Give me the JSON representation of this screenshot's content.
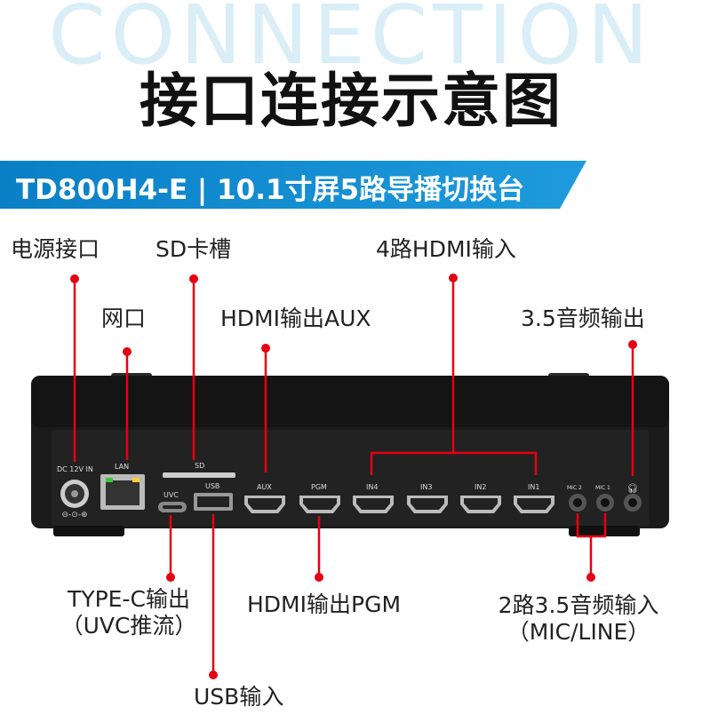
{
  "header": {
    "bg_title": "CONNECTION",
    "title": "接口连接示意图",
    "banner": "TD800H4-E | 10.1寸屏5路导播切换台"
  },
  "callouts": {
    "power": "电源接口",
    "sd_slot": "SD卡槽",
    "hdmi_in": "4路HDMI输入",
    "lan": "网口",
    "hdmi_aux": "HDMI输出AUX",
    "audio_out": "3.5音频输出",
    "typec_line1": "TYPE-C输出",
    "typec_line2": "（UVC推流）",
    "hdmi_pgm": "HDMI输出PGM",
    "audio_in_line1": "2路3.5音频输入",
    "audio_in_line2": "（MIC/LINE）",
    "usb_in": "USB输入"
  },
  "device_labels": {
    "dc": "DC 12V IN",
    "lan": "LAN",
    "sd": "SD",
    "uvc": "UVC",
    "usb": "USB",
    "aux": "AUX",
    "pgm": "PGM",
    "in4": "IN4",
    "in3": "IN3",
    "in2": "IN2",
    "in1": "IN1",
    "mic2": "MIC 2",
    "mic1": "MIC 1"
  },
  "colors": {
    "accent_red": "#e60012",
    "banner_blue": "#0a7fc6",
    "device_body": "#1b1b1b"
  }
}
